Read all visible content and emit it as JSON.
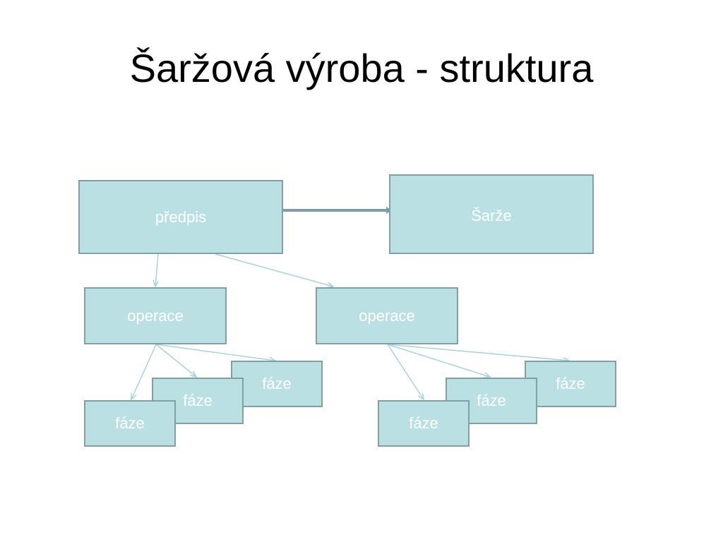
{
  "title": "Šaržová výroba - struktura",
  "colors": {
    "box_fill": "#bbe0e3",
    "box_border": "#7fa1a6",
    "box_text": "#ffffff",
    "thin_arrow": "#a8d3d9",
    "thick_arrow": "#7f9ea3"
  },
  "nodes": {
    "predpis": "předpis",
    "sarze": "Šarže",
    "operace_left": "operace",
    "operace_right": "operace",
    "faze_left_1": "fáze",
    "faze_left_2": "fáze",
    "faze_left_3": "fáze",
    "faze_right_1": "fáze",
    "faze_right_2": "fáze",
    "faze_right_3": "fáze"
  }
}
